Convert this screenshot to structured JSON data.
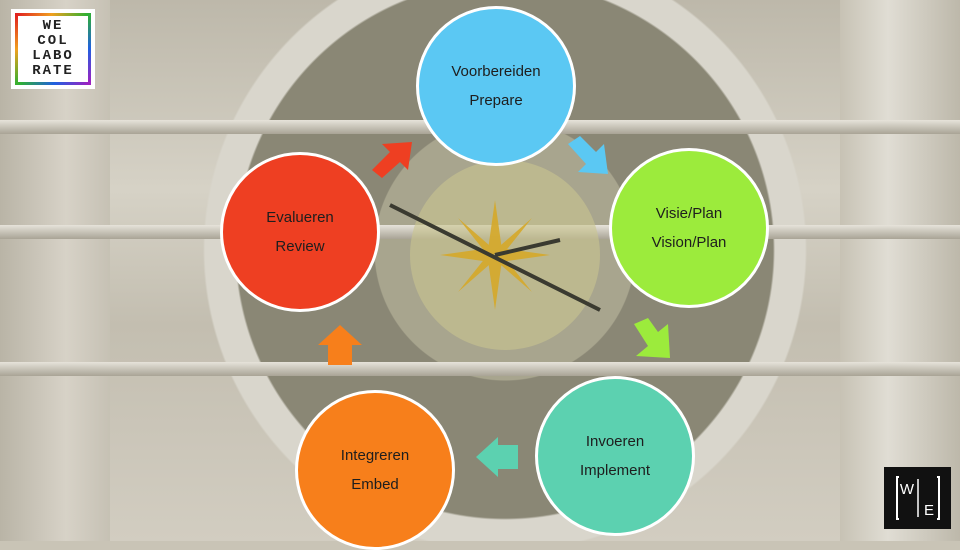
{
  "logo_top_left": {
    "lines": [
      "WE",
      "COL",
      "LABO",
      "RATE"
    ]
  },
  "cycle": {
    "prepare": {
      "line1": "Voorbereiden",
      "line2": "Prepare",
      "color": "#5bc8f3"
    },
    "vision": {
      "line1": "Visie/Plan",
      "line2": "Vision/Plan",
      "color": "#9ceb3c"
    },
    "implement": {
      "line1": "Invoeren",
      "line2": "Implement",
      "color": "#5cd1b0"
    },
    "embed": {
      "line1": "Integreren",
      "line2": "Embed",
      "color": "#f77f1b"
    },
    "review": {
      "line1": "Evalueren",
      "line2": "Review",
      "color": "#ee3f22"
    }
  },
  "logo_bottom_right": {
    "letters": [
      "W",
      "E"
    ]
  }
}
